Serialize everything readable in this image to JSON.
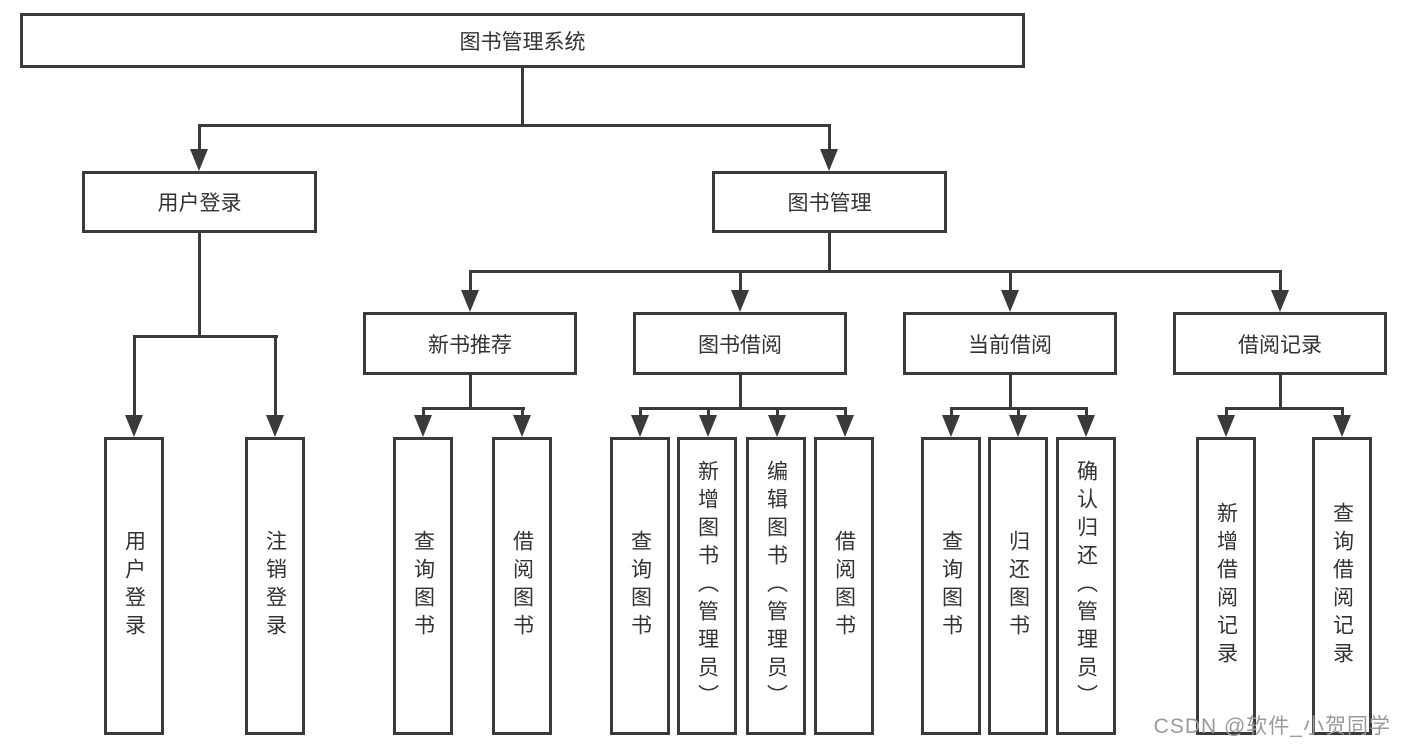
{
  "tree": {
    "root": {
      "label": "图书管理系统"
    },
    "branches": [
      {
        "label": "用户登录",
        "leaves": [
          {
            "label": "用户登录"
          },
          {
            "label": "注销登录"
          }
        ]
      },
      {
        "label": "图书管理",
        "children": [
          {
            "label": "新书推荐",
            "leaves": [
              {
                "label": "查询图书"
              },
              {
                "label": "借阅图书"
              }
            ]
          },
          {
            "label": "图书借阅",
            "leaves": [
              {
                "label": "查询图书"
              },
              {
                "label": "新增图书（管理员）"
              },
              {
                "label": "编辑图书（管理员）"
              },
              {
                "label": "借阅图书"
              }
            ]
          },
          {
            "label": "当前借阅",
            "leaves": [
              {
                "label": "查询图书"
              },
              {
                "label": "归还图书"
              },
              {
                "label": "确认归还（管理员）"
              }
            ]
          },
          {
            "label": "借阅记录",
            "leaves": [
              {
                "label": "新增借阅记录"
              },
              {
                "label": "查询借阅记录"
              }
            ]
          }
        ]
      }
    ]
  },
  "watermark": "CSDN @软件_小贺同学",
  "colors": {
    "line": "#3a3a3a",
    "text": "#333333",
    "watermark": "#9a9a9a",
    "background": "#ffffff"
  }
}
